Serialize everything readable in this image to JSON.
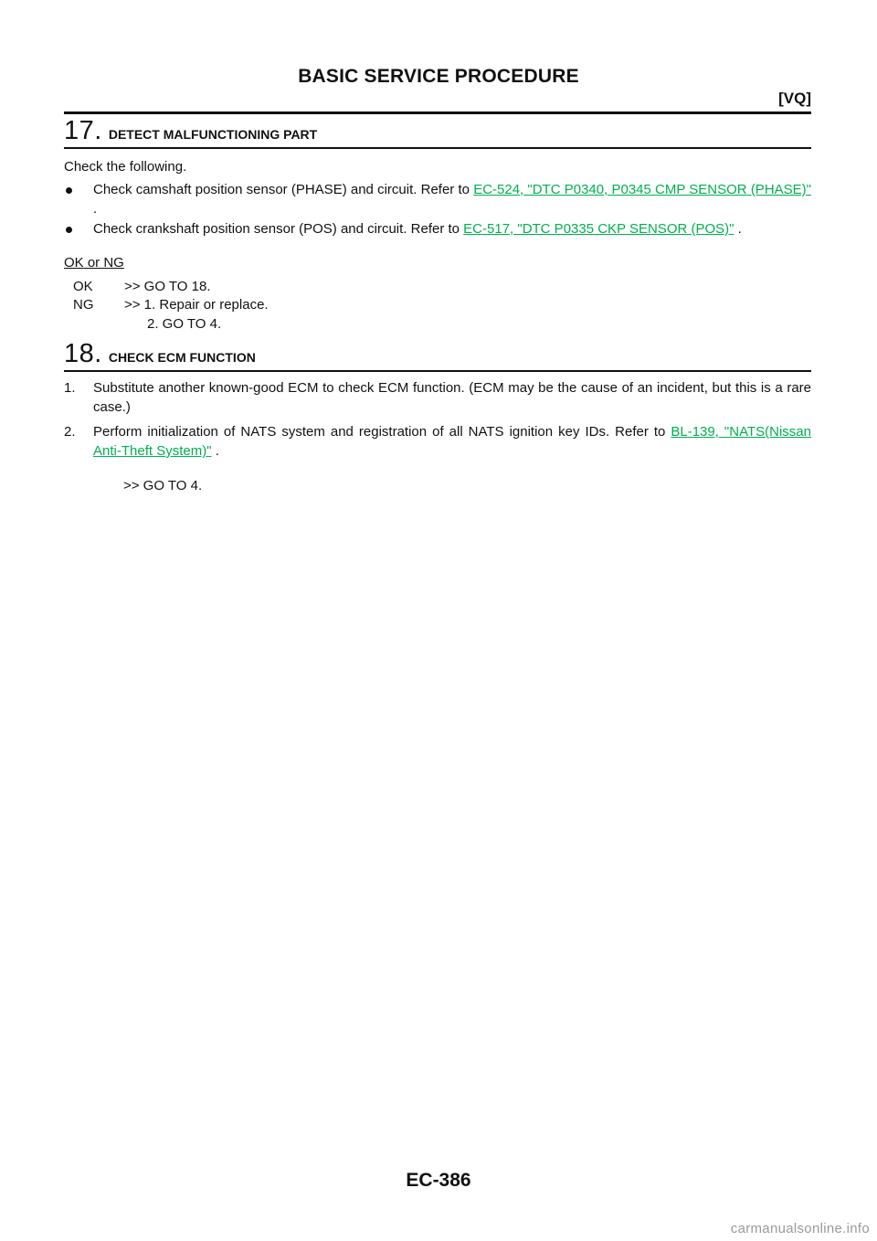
{
  "header": {
    "title": "BASIC SERVICE PROCEDURE",
    "tag": "[VQ]"
  },
  "step17": {
    "number": "17.",
    "title": "DETECT MALFUNCTIONING PART",
    "intro": "Check the following.",
    "bullets": [
      {
        "text": "Check camshaft position sensor (PHASE) and circuit. Refer to ",
        "link": "EC-524, \"DTC P0340, P0345 CMP SENSOR (PHASE)\"",
        "after": " ."
      },
      {
        "text": "Check crankshaft position sensor (POS) and circuit. Refer to ",
        "link": "EC-517, \"DTC P0335 CKP SENSOR (POS)\"",
        "after": " ."
      }
    ],
    "decision_label": "OK or NG",
    "results": {
      "ok_key": "OK",
      "ok_text": ">> GO TO 18.",
      "ng_key": "NG",
      "ng_text": ">> 1. Repair or replace.",
      "ng_text2": "2. GO TO 4."
    }
  },
  "step18": {
    "number": "18.",
    "title": "CHECK ECM FUNCTION",
    "items": [
      {
        "num": "1.",
        "text": "Substitute another known-good ECM to check ECM function. (ECM may be the cause of an incident, but this is a rare case.)"
      },
      {
        "num": "2.",
        "text": "Perform initialization of NATS system and registration of all NATS ignition key IDs. Refer to ",
        "link": "BL-139, \"NATS(Nissan Anti-Theft System)\"",
        "after": " ."
      }
    ],
    "result_text": ">> GO TO 4."
  },
  "footer": {
    "page_number": "EC-386",
    "watermark": "carmanualsonline.info"
  },
  "colors": {
    "link": "#00b050",
    "text": "#111111",
    "watermark": "#9a9a9a"
  }
}
